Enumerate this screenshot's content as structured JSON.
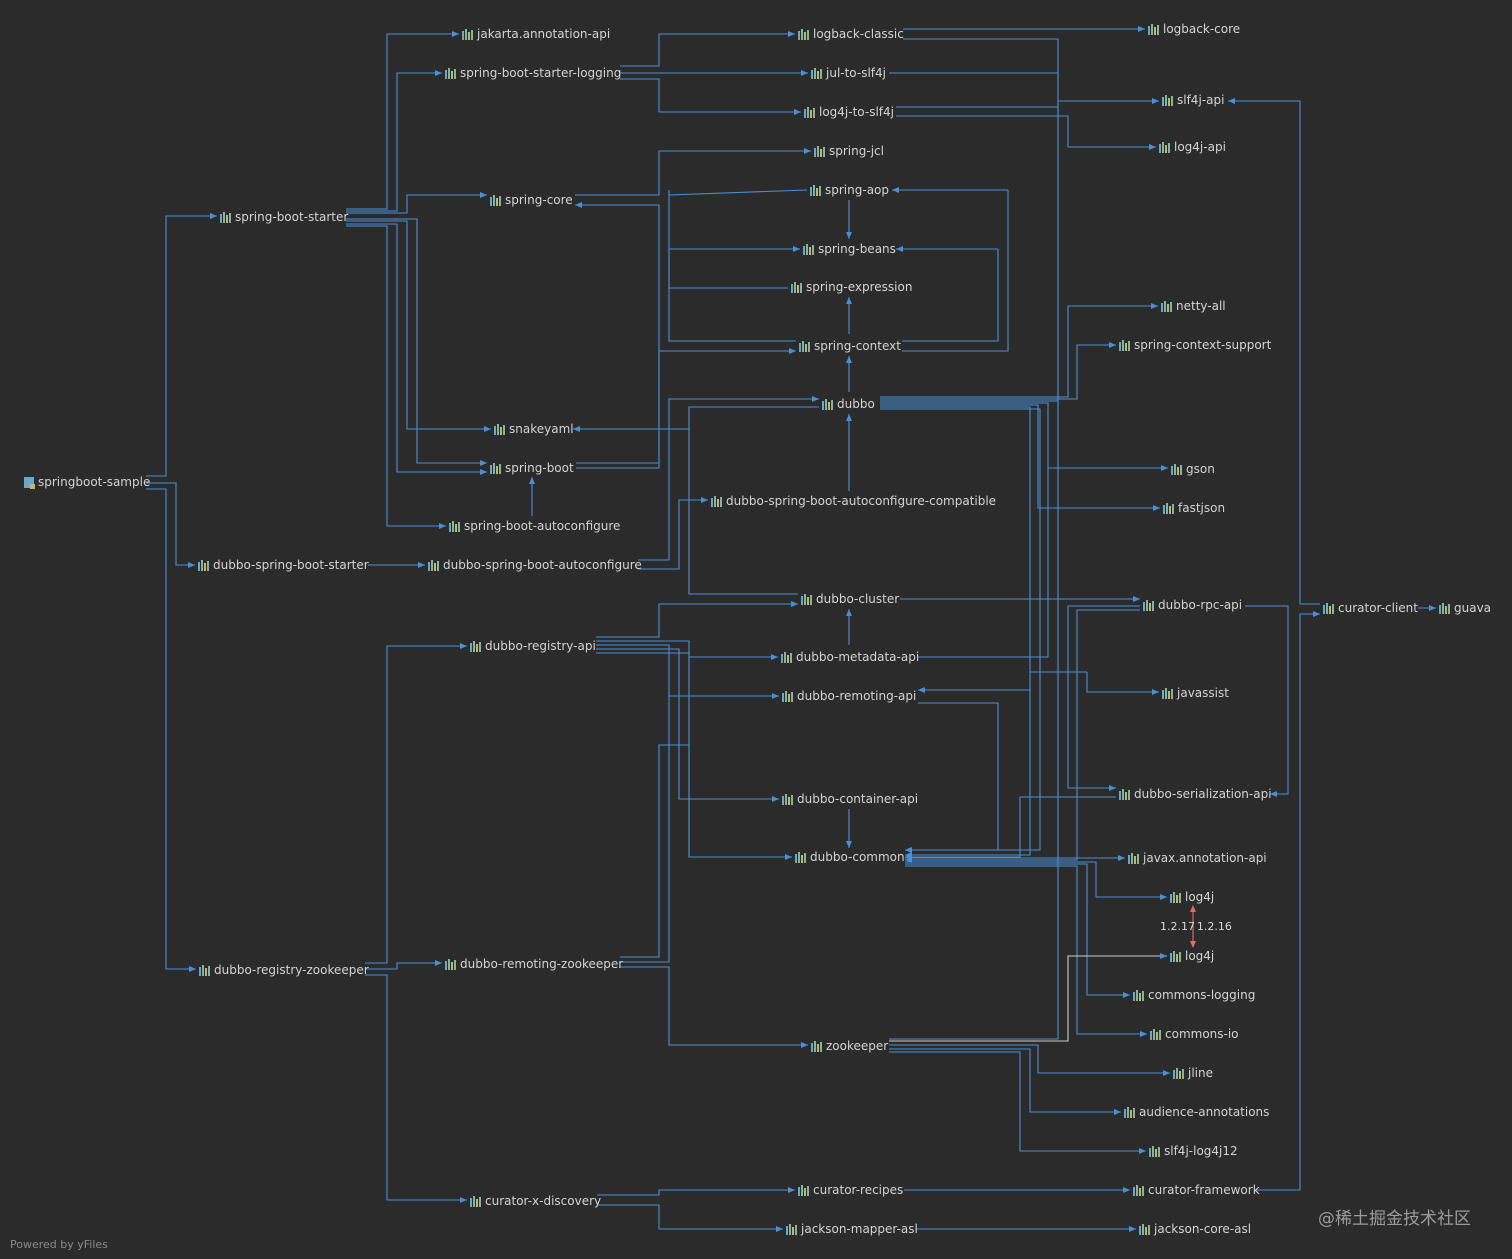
{
  "nodes": {
    "springboot-sample": "springboot-sample",
    "spring-boot-starter": "spring-boot-starter",
    "dubbo-spring-boot-starter": "dubbo-spring-boot-starter",
    "dubbo-registry-zookeeper": "dubbo-registry-zookeeper",
    "jakarta-annotation-api": "jakarta.annotation-api",
    "spring-boot-starter-logging": "spring-boot-starter-logging",
    "spring-core": "spring-core",
    "snakeyaml": "snakeyaml",
    "spring-boot": "spring-boot",
    "spring-boot-autoconfigure": "spring-boot-autoconfigure",
    "dubbo-spring-boot-autoconfigure": "dubbo-spring-boot-autoconfigure",
    "dubbo-registry-api": "dubbo-registry-api",
    "dubbo-remoting-zookeeper": "dubbo-remoting-zookeeper",
    "curator-x-discovery": "curator-x-discovery",
    "logback-classic": "logback-classic",
    "jul-to-slf4j": "jul-to-slf4j",
    "log4j-to-slf4j": "log4j-to-slf4j",
    "spring-jcl": "spring-jcl",
    "spring-aop": "spring-aop",
    "spring-beans": "spring-beans",
    "spring-expression": "spring-expression",
    "spring-context": "spring-context",
    "dubbo": "dubbo",
    "dubbo-spring-boot-autoconfigure-compatible": "dubbo-spring-boot-autoconfigure-compatible",
    "dubbo-cluster": "dubbo-cluster",
    "dubbo-metadata-api": "dubbo-metadata-api",
    "dubbo-remoting-api": "dubbo-remoting-api",
    "dubbo-container-api": "dubbo-container-api",
    "dubbo-common": "dubbo-common",
    "zookeeper": "zookeeper",
    "curator-recipes": "curator-recipes",
    "jackson-mapper-asl": "jackson-mapper-asl",
    "logback-core": "logback-core",
    "slf4j-api": "slf4j-api",
    "log4j-api": "log4j-api",
    "netty-all": "netty-all",
    "spring-context-support": "spring-context-support",
    "gson": "gson",
    "fastjson": "fastjson",
    "dubbo-rpc-api": "dubbo-rpc-api",
    "javassist": "javassist",
    "dubbo-serialization-api": "dubbo-serialization-api",
    "javax-annotation-api": "javax.annotation-api",
    "log4j-a": "log4j",
    "log4j-b": "log4j",
    "commons-logging": "commons-logging",
    "commons-io": "commons-io",
    "jline": "jline",
    "audience-annotations": "audience-annotations",
    "slf4j-log4j12": "slf4j-log4j12",
    "curator-framework": "curator-framework",
    "jackson-core-asl": "jackson-core-asl",
    "curator-client": "curator-client",
    "guava": "guava"
  },
  "version_conflict_label": "1.2.17 1.2.16",
  "footer_text": "Powered by yFiles",
  "watermark_text": "@稀土掘金技术社区",
  "colors": {
    "background": "#2b2b2b",
    "edge": "#4a8fd6",
    "conflict_edge": "#e06c6c",
    "node_text": "#d4d4d4"
  }
}
